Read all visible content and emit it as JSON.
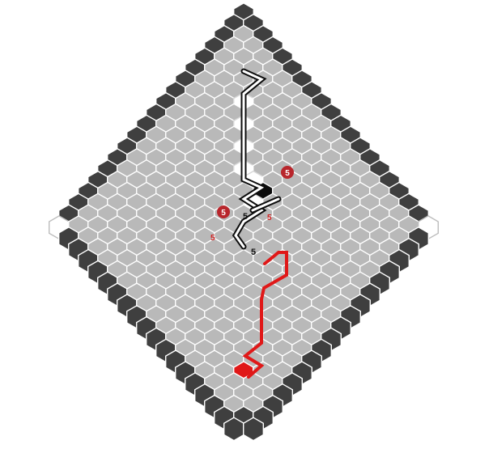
{
  "board": {
    "type": "hex-game-board",
    "colors": {
      "board": "#b9b9b9",
      "border": "#3f3f3f",
      "highlight": "#ffffff",
      "black_player": "#0c0c0c",
      "red_player": "#e01818",
      "badge": "#b8262c"
    }
  },
  "labels": {
    "badge_1": "5",
    "badge_2": "5",
    "mark_red_1": "5",
    "mark_red_2": "5",
    "mark_dark_1": "5",
    "mark_dark_2": "5"
  }
}
